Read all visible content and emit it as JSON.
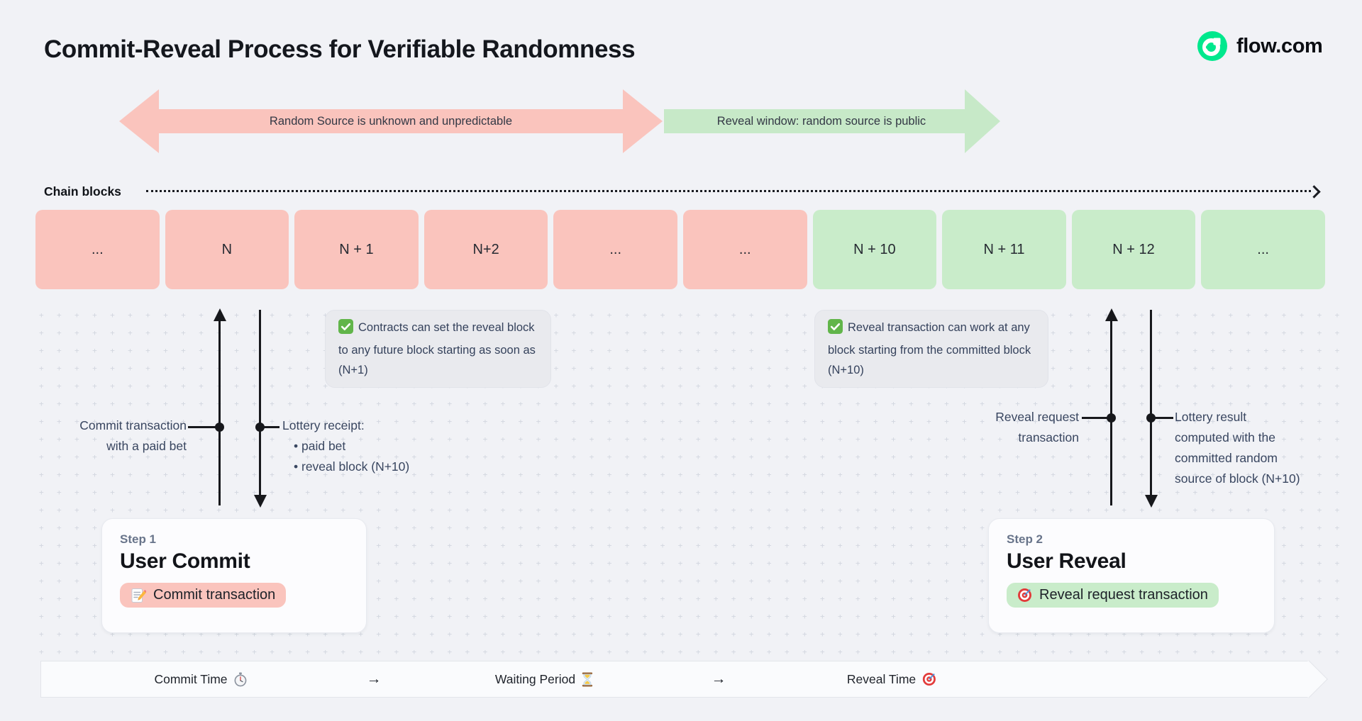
{
  "header": {
    "title": "Commit-Reveal Process for Verifiable Randomness",
    "brand": "flow.com"
  },
  "phase_banners": {
    "commit": "Random Source is unknown and unpredictable",
    "reveal": "Reveal window: random source is public"
  },
  "chain": {
    "label": "Chain blocks",
    "blocks": [
      {
        "label": "...",
        "phase": "commit"
      },
      {
        "label": "N",
        "phase": "commit"
      },
      {
        "label": "N + 1",
        "phase": "commit"
      },
      {
        "label": "N+2",
        "phase": "commit"
      },
      {
        "label": "...",
        "phase": "commit"
      },
      {
        "label": "...",
        "phase": "commit"
      },
      {
        "label": "N + 10",
        "phase": "reveal"
      },
      {
        "label": "N + 11",
        "phase": "reveal"
      },
      {
        "label": "N + 12",
        "phase": "reveal"
      },
      {
        "label": "...",
        "phase": "reveal"
      }
    ]
  },
  "notes": {
    "commit_note": "Contracts can set the reveal block to any future block starting as soon as (N+1)",
    "reveal_note": "Reveal transaction can work at any block starting from the committed block (N+10)",
    "check_icon": "check-icon"
  },
  "commit_flow": {
    "request_label": [
      "Commit transaction",
      "with a paid bet"
    ],
    "receipt": {
      "title": "Lottery receipt:",
      "items": [
        "paid bet",
        "reveal block (N+10)"
      ]
    }
  },
  "reveal_flow": {
    "request_label": [
      "Reveal request",
      "transaction"
    ],
    "result_label": [
      "Lottery result",
      "computed with the",
      "committed random",
      "source of block (N+10)"
    ]
  },
  "steps": {
    "step1": {
      "eyebrow": "Step 1",
      "title": "User Commit",
      "button": "Commit transaction",
      "icon": "memo-icon"
    },
    "step2": {
      "eyebrow": "Step 2",
      "title": "User Reveal",
      "button": "Reveal request transaction",
      "icon": "target-icon"
    }
  },
  "timeline": {
    "items": [
      {
        "label": "Commit Time",
        "icon": "stopwatch-icon"
      },
      {
        "label": "→",
        "icon": "arrow-right-separator"
      },
      {
        "label": "Waiting Period",
        "icon": "hourglass-icon"
      },
      {
        "label": "→",
        "icon": "arrow-right-separator"
      },
      {
        "label": "Reveal Time",
        "icon": "target-icon"
      }
    ]
  },
  "colors": {
    "page_bg": "#f1f2f6",
    "commit_pink": "#fac4bd",
    "reveal_green": "#c9ecca",
    "flow_green": "#00e88d",
    "slate_text": "#394660",
    "ink": "#17181c"
  }
}
